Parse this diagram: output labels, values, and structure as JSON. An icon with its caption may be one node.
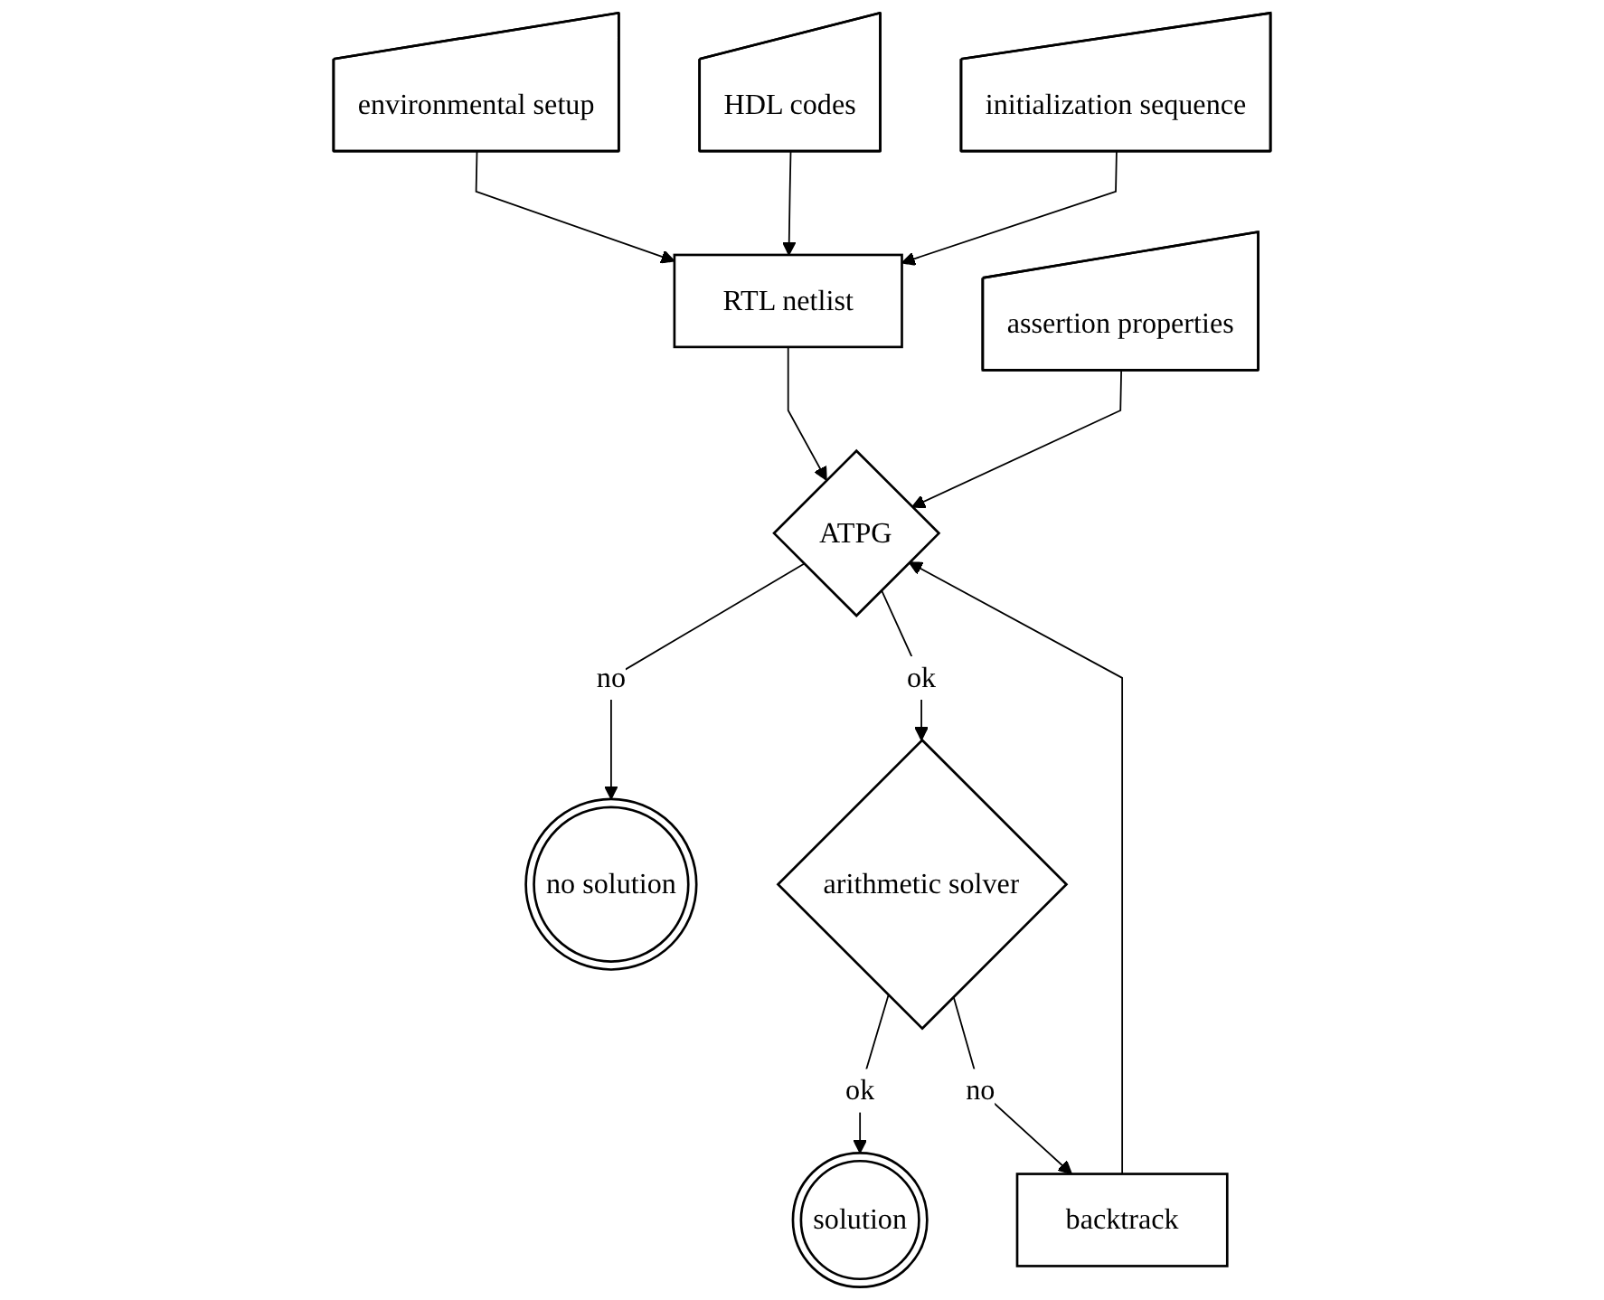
{
  "diagram": {
    "nodes": [
      {
        "text": [
          "environmental setup"
        ]
      },
      {
        "text": [
          "HDL codes"
        ]
      },
      {
        "text": [
          "initialization sequence"
        ]
      },
      {
        "text": [
          "RTL netlist"
        ]
      },
      {
        "text": [
          "assertion properties"
        ]
      },
      {
        "text": [
          "ATPG"
        ]
      },
      {
        "text": [
          "no solution"
        ]
      },
      {
        "text": [
          "backtrack"
        ]
      },
      {
        "text": [
          "arithmetic solver"
        ]
      },
      {
        "text": [
          "solution"
        ]
      }
    ],
    "edges": [
      {
        "from": 0,
        "to": 3,
        "arrow": "to"
      },
      {
        "from": 1,
        "to": 3,
        "arrow": "to"
      },
      {
        "from": 2,
        "to": 3,
        "arrow": "to"
      },
      {
        "from": 3,
        "to": 5,
        "arrow": "to"
      },
      {
        "from": 4,
        "to": 5,
        "arrow": "to"
      },
      {
        "from": 7,
        "to": 5,
        "arrow": "to"
      },
      {
        "from": 5,
        "to": 6,
        "label": "no",
        "arrow": "to"
      },
      {
        "from": 5,
        "to": 8,
        "label": "ok",
        "arrow": "to"
      },
      {
        "from": 8,
        "to": 9,
        "label": "ok",
        "arrow": "to"
      },
      {
        "from": 8,
        "to": 7,
        "label": "no",
        "arrow": "to"
      }
    ]
  }
}
